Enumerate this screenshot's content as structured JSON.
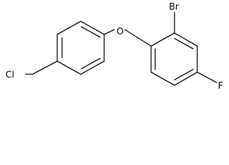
{
  "molecule": {
    "atoms": {
      "chlorine": "Cl",
      "oxygen": "O",
      "bromine": "Br",
      "fluorine": "F"
    }
  }
}
